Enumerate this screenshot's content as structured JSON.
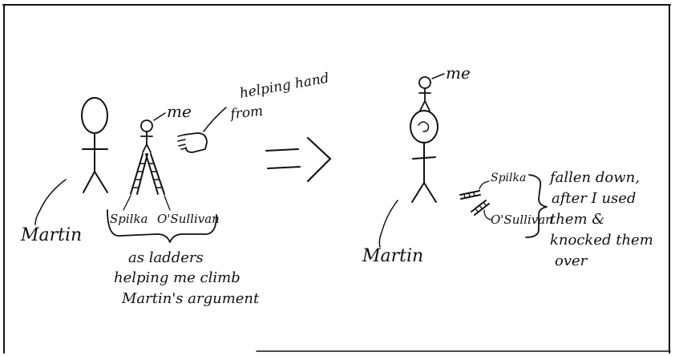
{
  "left_scene": {
    "martin_label": "Martin",
    "me_label": "me",
    "hand_label_line1": "helping hand",
    "hand_label_line2": "from",
    "ladder_left_label": "Spilka",
    "ladder_right_label": "O'Sullivan",
    "caption_line1": "as ladders",
    "caption_line2": "helping me climb",
    "caption_line3": "Martin's argument"
  },
  "arrow_glyph": "=>",
  "right_scene": {
    "me_label": "me",
    "martin_label": "Martin",
    "spilka_label": "Spilka",
    "osullivan_label": "O'Sullivan",
    "note_line1": "fallen down,",
    "note_line2": "after I used",
    "note_line3": "them &",
    "note_line4": "knocked them",
    "note_line5": "over"
  },
  "colors": {
    "ink": "#111111",
    "paper": "#ffffff"
  }
}
